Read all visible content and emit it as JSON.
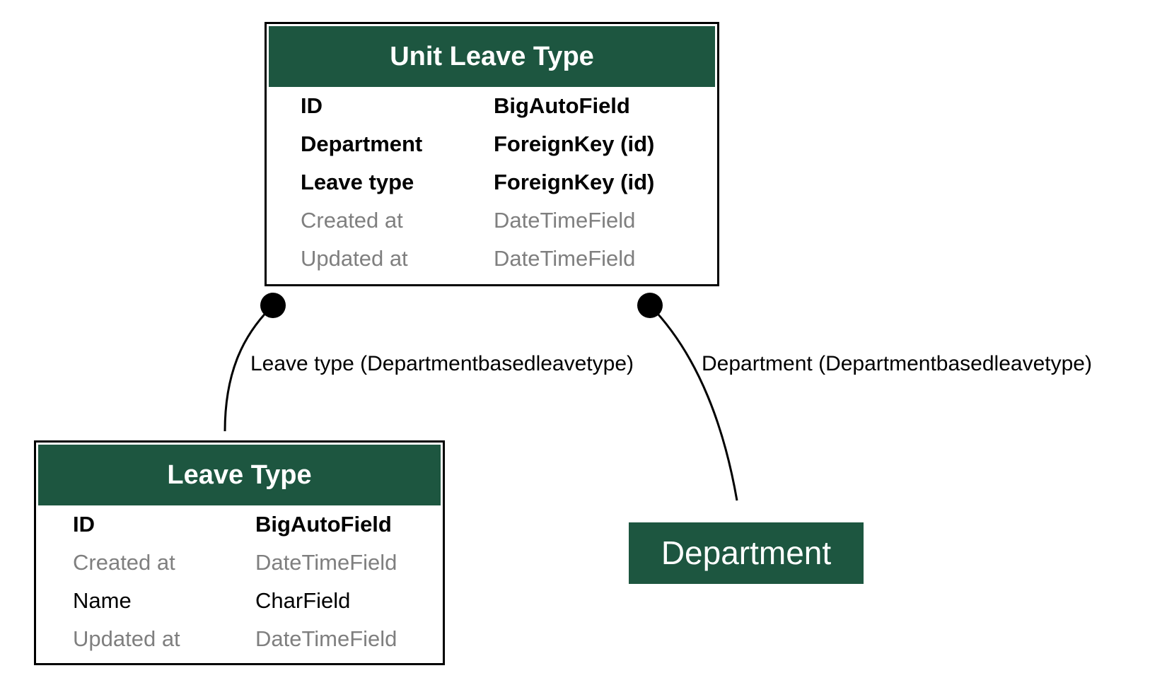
{
  "entities": {
    "unit_leave_type": {
      "title": "Unit Leave Type",
      "fields": [
        {
          "name": "ID",
          "type": "BigAutoField",
          "style": "bold"
        },
        {
          "name": "Department",
          "type": "ForeignKey (id)",
          "style": "bold"
        },
        {
          "name": "Leave type",
          "type": "ForeignKey (id)",
          "style": "bold"
        },
        {
          "name": "Created at",
          "type": "DateTimeField",
          "style": "muted"
        },
        {
          "name": "Updated at",
          "type": "DateTimeField",
          "style": "muted"
        }
      ]
    },
    "leave_type": {
      "title": "Leave Type",
      "fields": [
        {
          "name": "ID",
          "type": "BigAutoField",
          "style": "bold"
        },
        {
          "name": "Created at",
          "type": "DateTimeField",
          "style": "muted"
        },
        {
          "name": "Name",
          "type": "CharField",
          "style": "normal"
        },
        {
          "name": "Updated at",
          "type": "DateTimeField",
          "style": "muted"
        }
      ]
    },
    "department": {
      "title": "Department"
    }
  },
  "relations": [
    {
      "label": "Leave type (Departmentbasedleavetype)",
      "from": "unit_leave_type",
      "to": "leave_type"
    },
    {
      "label": "Department (Departmentbasedleavetype)",
      "from": "unit_leave_type",
      "to": "department"
    }
  ],
  "colors": {
    "header": "#1d5640",
    "muted_text": "#7f7f7f",
    "edge": "#000000"
  }
}
